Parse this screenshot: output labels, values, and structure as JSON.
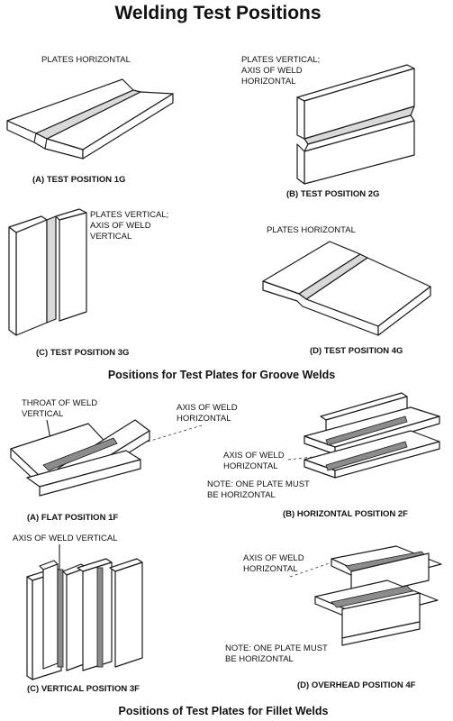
{
  "title": "Welding Test Positions",
  "sections": {
    "groove": "Positions for Test Plates for Groove Welds",
    "fillet": "Positions of Test Plates for Fillet Welds"
  },
  "groove": {
    "g1": {
      "label": "PLATES HORIZONTAL",
      "caption": "(A) TEST POSITION 1G"
    },
    "g2": {
      "label_lines": [
        "PLATES VERTICAL;",
        "AXIS OF WELD",
        "HORIZONTAL"
      ],
      "caption": "(B) TEST POSITION 2G"
    },
    "g3": {
      "label_lines": [
        "PLATES VERTICAL;",
        "AXIS OF WELD",
        "VERTICAL"
      ],
      "caption": "(C) TEST POSITION 3G"
    },
    "g4": {
      "label": "PLATES HORIZONTAL",
      "caption": "(D) TEST POSITION 4G"
    }
  },
  "fillet": {
    "f1": {
      "label_a": [
        "THROAT OF WELD",
        "VERTICAL"
      ],
      "label_b": [
        "AXIS OF WELD",
        "HORIZONTAL"
      ],
      "caption": "(A) FLAT POSITION 1F"
    },
    "f2": {
      "label": [
        "AXIS OF WELD",
        "HORIZONTAL"
      ],
      "note": [
        "NOTE: ONE PLATE MUST",
        "BE HORIZONTAL"
      ],
      "caption": "(B) HORIZONTAL POSITION 2F"
    },
    "f3": {
      "label": "AXIS OF WELD VERTICAL",
      "caption": "(C) VERTICAL POSITION 3F"
    },
    "f4": {
      "label": [
        "AXIS OF WELD",
        "HORIZONTAL"
      ],
      "note": [
        "NOTE: ONE PLATE MUST",
        "BE HORIZONTAL"
      ],
      "caption": "(D) OVERHEAD POSITION 4F"
    }
  }
}
